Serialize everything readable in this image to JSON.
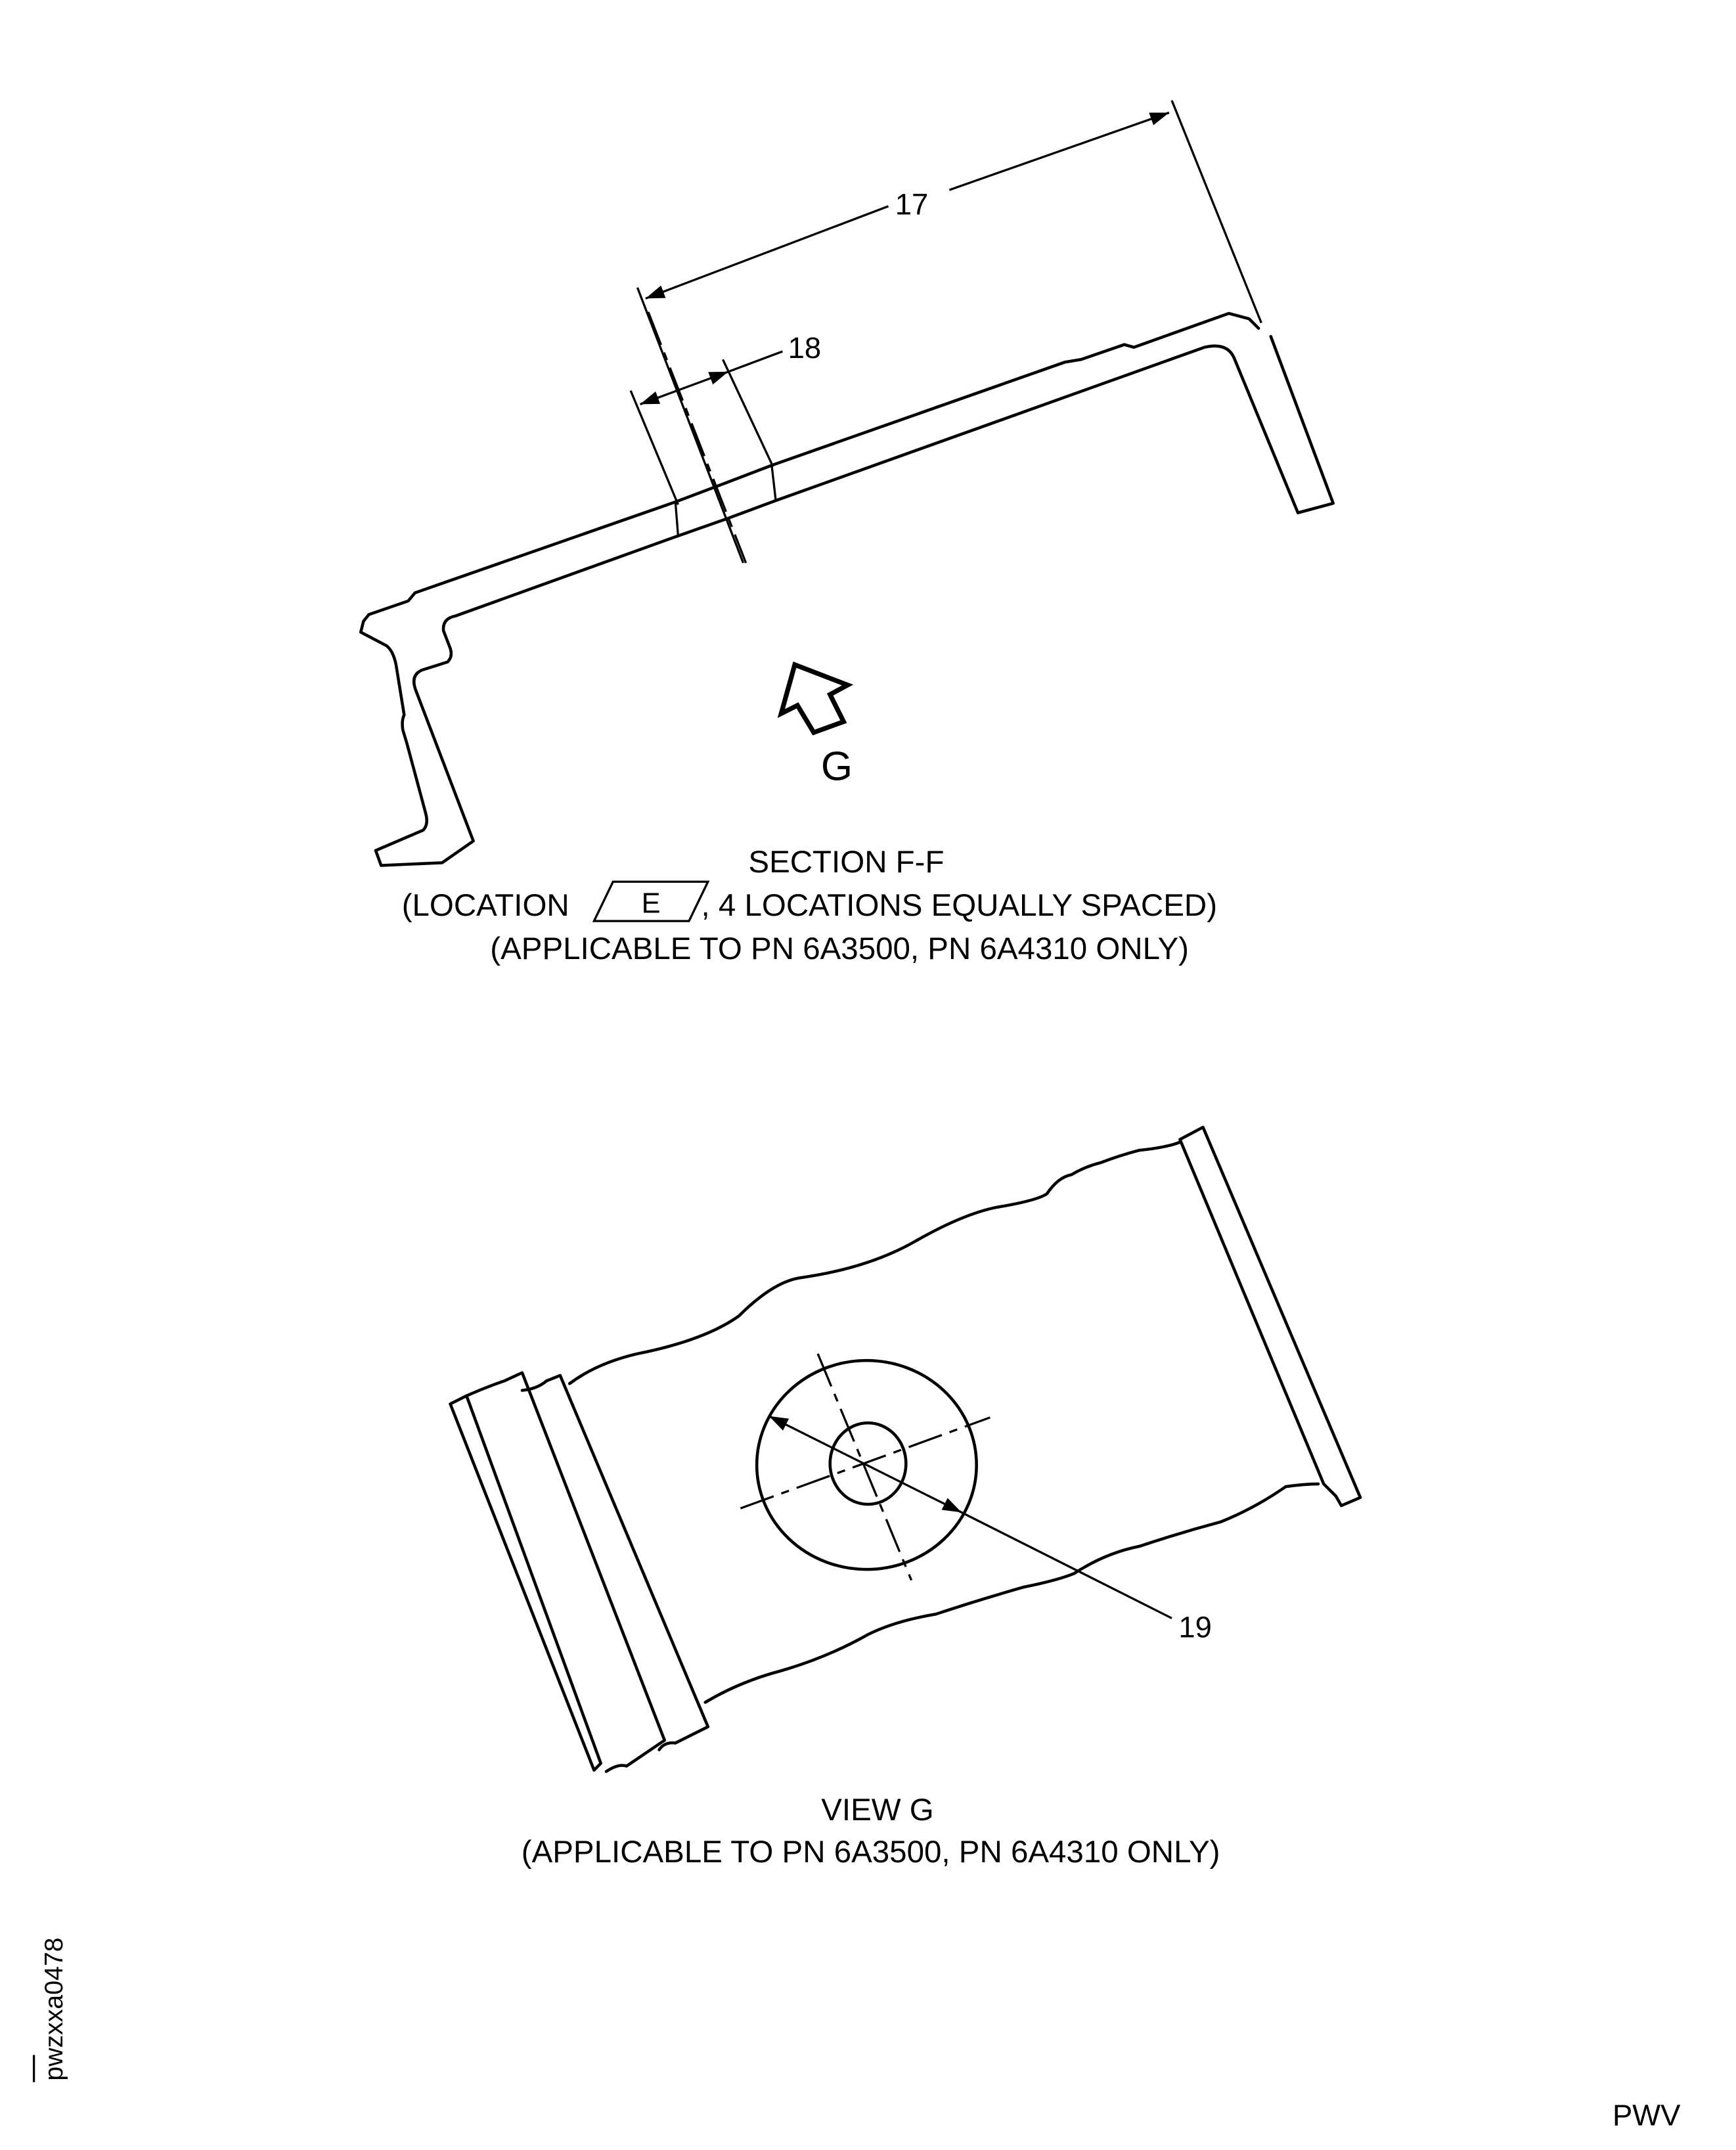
{
  "section_f": {
    "callouts": {
      "c17": "17",
      "c18": "18"
    },
    "view_arrow_label": "G",
    "title": "SECTION F-F",
    "location_prefix": "(LOCATION",
    "datum": "E",
    "location_suffix": ", 4 LOCATIONS EQUALLY SPACED)",
    "applicability": "(APPLICABLE TO PN 6A3500, PN 6A4310 ONLY)"
  },
  "view_g": {
    "callouts": {
      "c19": "19"
    },
    "title": "VIEW G",
    "applicability": "(APPLICABLE TO PN 6A3500, PN 6A4310 ONLY)"
  },
  "figure_id": "pwzxxa0478",
  "footer_code": "PWV"
}
